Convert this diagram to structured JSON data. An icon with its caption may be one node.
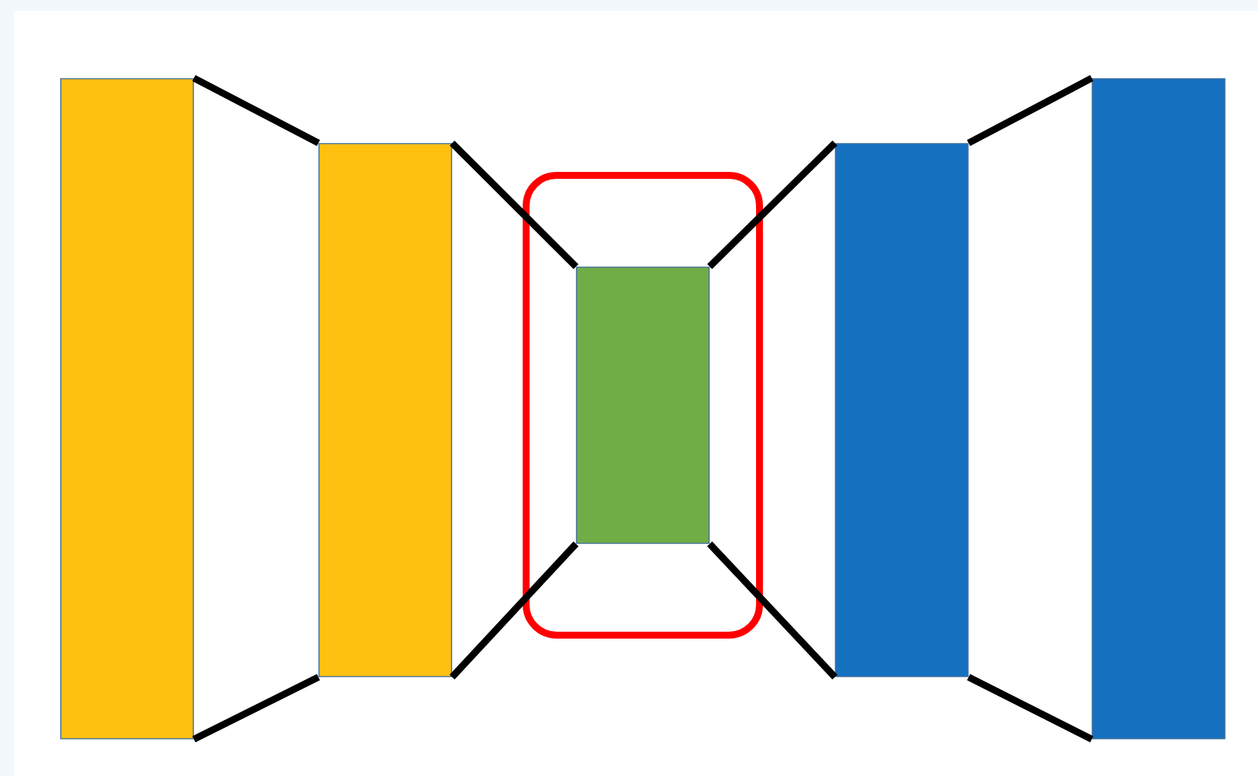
{
  "diagram": {
    "nodes": [
      {
        "text": [],
        "shape": "bar"
      },
      {
        "text": [],
        "shape": "bar"
      },
      {
        "text": [],
        "shape": "box"
      },
      {
        "text": [],
        "shape": "bar",
        "in": 2
      },
      {
        "text": [],
        "shape": "bar"
      },
      {
        "text": [],
        "shape": "bar"
      }
    ],
    "edges": [
      {
        "from": 0,
        "to": 1,
        "arrow": "none"
      },
      {
        "from": 0,
        "to": 1,
        "arrow": "none"
      },
      {
        "from": 1,
        "to": 3,
        "arrow": "none"
      },
      {
        "from": 1,
        "to": 3,
        "arrow": "none"
      },
      {
        "from": 3,
        "to": 4,
        "arrow": "none"
      },
      {
        "from": 3,
        "to": 4,
        "arrow": "none"
      },
      {
        "from": 4,
        "to": 5,
        "arrow": "none"
      },
      {
        "from": 4,
        "to": 5,
        "arrow": "none"
      }
    ]
  }
}
